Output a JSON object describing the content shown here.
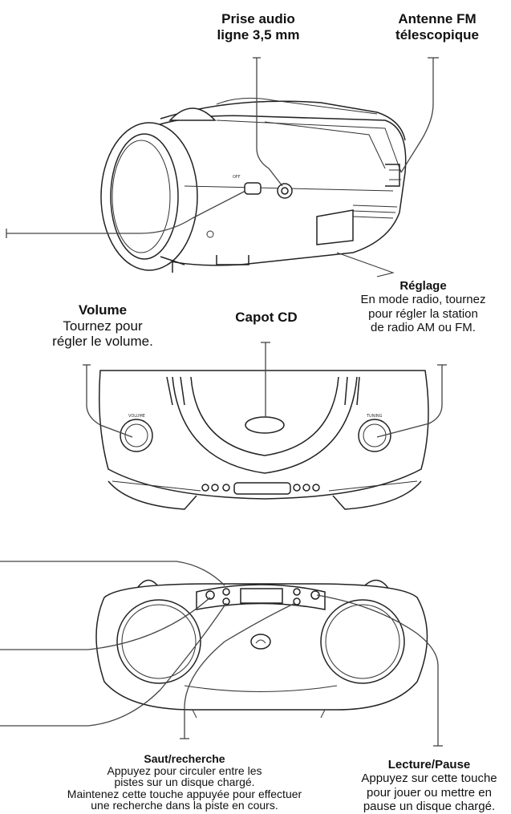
{
  "labels": {
    "audio_jack": {
      "title_line1": "Prise audio",
      "title_line2": "ligne 3,5 mm"
    },
    "fm_antenna": {
      "title_line1": "Antenne FM",
      "title_line2": "télescopique"
    },
    "volume": {
      "title": "Volume",
      "desc_line1": "Tournez pour",
      "desc_line2": "régler le volume."
    },
    "cd_lid": {
      "title": "Capot CD"
    },
    "tuning": {
      "title": "Réglage",
      "desc_line1": "En mode radio, tournez",
      "desc_line2": "pour régler la station",
      "desc_line3": "de radio AM ou FM."
    },
    "skip_search": {
      "title": "Saut/recherche",
      "desc_line1": "Appuyez pour circuler entre les",
      "desc_line2": "pistes sur un disque chargé.",
      "desc_line3": "Maintenez cette touche appuyée pour effectuer",
      "desc_line4": "une recherche dans la piste en cours."
    },
    "play_pause": {
      "title": "Lecture/Pause",
      "desc_line1": "Appuyez sur cette touche",
      "desc_line2": "pour jouer ou mettre en",
      "desc_line3": "pause un disque chargé."
    }
  },
  "colors": {
    "line": "#444444",
    "drawing": "#222222",
    "background": "#ffffff"
  }
}
